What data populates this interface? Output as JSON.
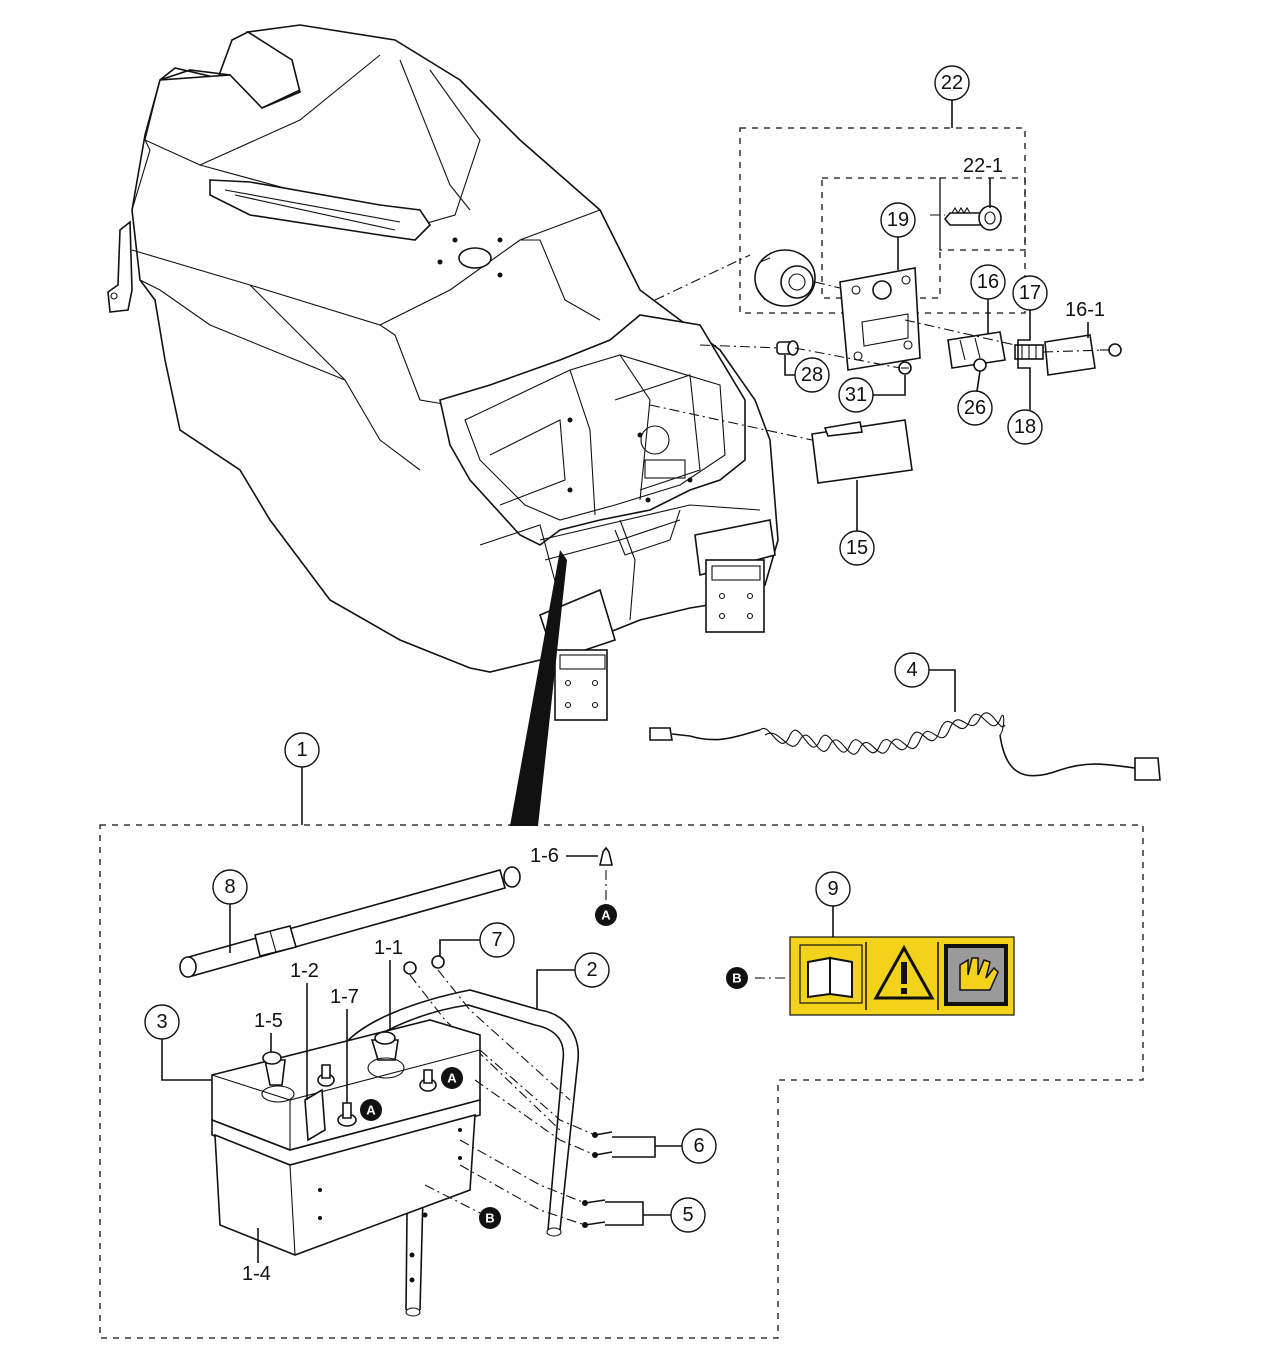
{
  "callouts": {
    "c22": "22",
    "c22_1": "22-1",
    "c19": "19",
    "c16": "16",
    "c17": "17",
    "c16_1": "16-1",
    "c28": "28",
    "c31": "31",
    "c26": "26",
    "c18": "18",
    "c15": "15",
    "c4": "4",
    "c1": "1",
    "c1_6": "1-6",
    "c8": "8",
    "c9": "9",
    "c7": "7",
    "c1_1": "1-1",
    "c2": "2",
    "c1_2": "1-2",
    "c1_7": "1-7",
    "c1_5": "1-5",
    "c3": "3",
    "c6": "6",
    "c5": "5",
    "c1_4": "1-4"
  },
  "references": {
    "a": "A",
    "b": "B"
  },
  "decal_icons": [
    "book-icon",
    "warning-triangle-icon",
    "hand-crush-icon"
  ],
  "colors": {
    "decal_yellow": "#f2d21b",
    "line": "#111111"
  }
}
